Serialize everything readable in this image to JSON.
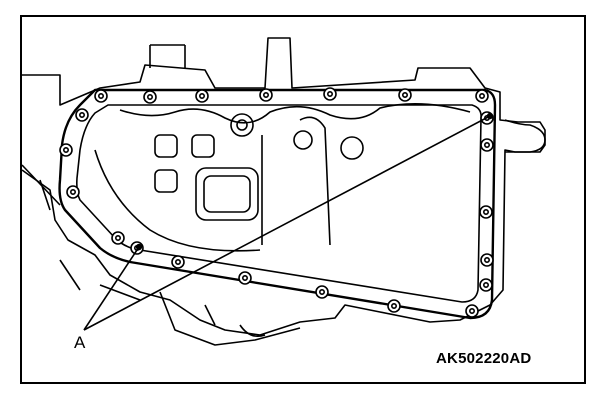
{
  "figure": {
    "callout_label": "A",
    "figure_code": "AK502220AD",
    "bolt_count": 22,
    "colors": {
      "line": "#000000",
      "background": "#ffffff"
    }
  }
}
